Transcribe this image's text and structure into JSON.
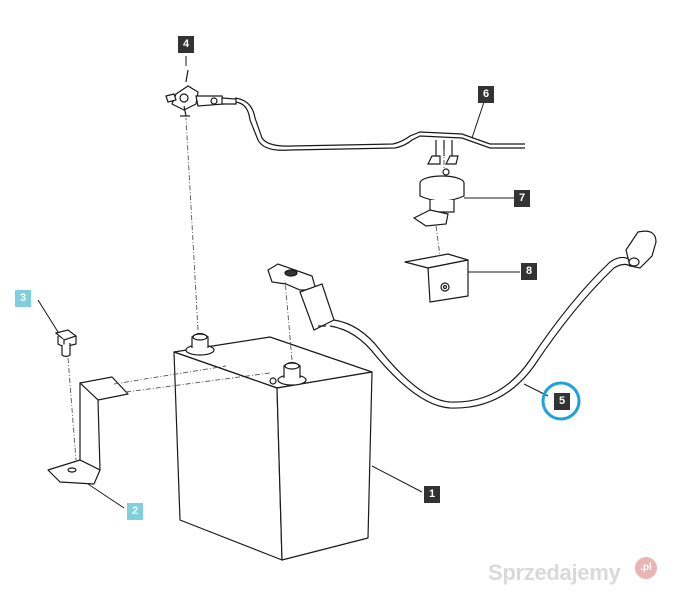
{
  "callouts": {
    "c1": "1",
    "c2": "2",
    "c3": "3",
    "c4": "4",
    "c5": "5",
    "c6": "6",
    "c7": "7",
    "c8": "8"
  },
  "watermark": {
    "text": "Sprzedajemy",
    "badge": ".pl"
  },
  "colors": {
    "line": "#1a1a1a",
    "callout_dark": "#333333",
    "callout_teal": "#7fd0dc",
    "highlight_ring": "#1ba3d9",
    "watermark": "#d9d9d9"
  }
}
